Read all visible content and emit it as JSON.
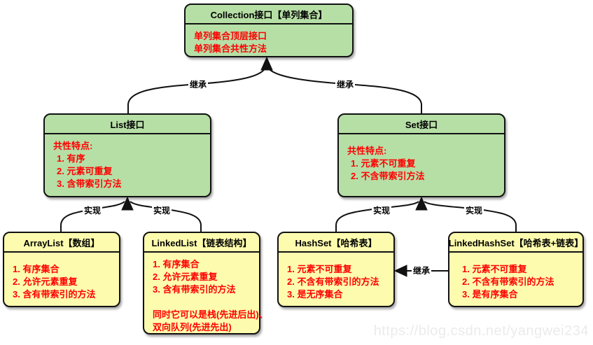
{
  "diagram": {
    "nodes": {
      "collection": {
        "title": "Collection接口【单列集合】",
        "lines": [
          "单列集合顶层接口",
          "单列集合共性方法"
        ]
      },
      "list": {
        "title": "List接口",
        "heading": "共性特点:",
        "lines": [
          "1. 有序",
          "2. 元素可重复",
          "3. 含带索引方法"
        ]
      },
      "set": {
        "title": "Set接口",
        "heading": "共性特点:",
        "lines": [
          "1. 元素不可重复",
          "2. 不含带索引方法"
        ]
      },
      "arraylist": {
        "title": "ArrayList【数组】",
        "lines": [
          "1. 有序集合",
          "2. 允许元素重复",
          "3. 含有带索引的方法"
        ]
      },
      "linkedlist": {
        "title": "LinkedList【链表结构】",
        "lines": [
          "1. 有序集合",
          "2. 允许元素重复",
          "3. 含有带索引的方法",
          "",
          "同时它可以是栈(先进后出)、",
          "双向队列(先进先出)"
        ]
      },
      "hashset": {
        "title": "HashSet【哈希表】",
        "lines": [
          "1. 元素不可重复",
          "2. 不含有带索引的方法",
          "3. 是无序集合"
        ]
      },
      "linkedhashset": {
        "title": "LinkedHashSet【哈希表+链表】",
        "lines": [
          "1. 元素不可重复",
          "2. 不含有带索引的方法",
          "3. 是有序集合"
        ]
      }
    },
    "edge_labels": {
      "inherit": "继承",
      "implement": "实现"
    },
    "colors": {
      "interface_fill": "#b6dfa6",
      "class_fill": "#fdfcae",
      "feature_text": "#ff0000",
      "border": "#111111"
    },
    "watermark": "https://blog.csdn.net/yangwei234"
  }
}
